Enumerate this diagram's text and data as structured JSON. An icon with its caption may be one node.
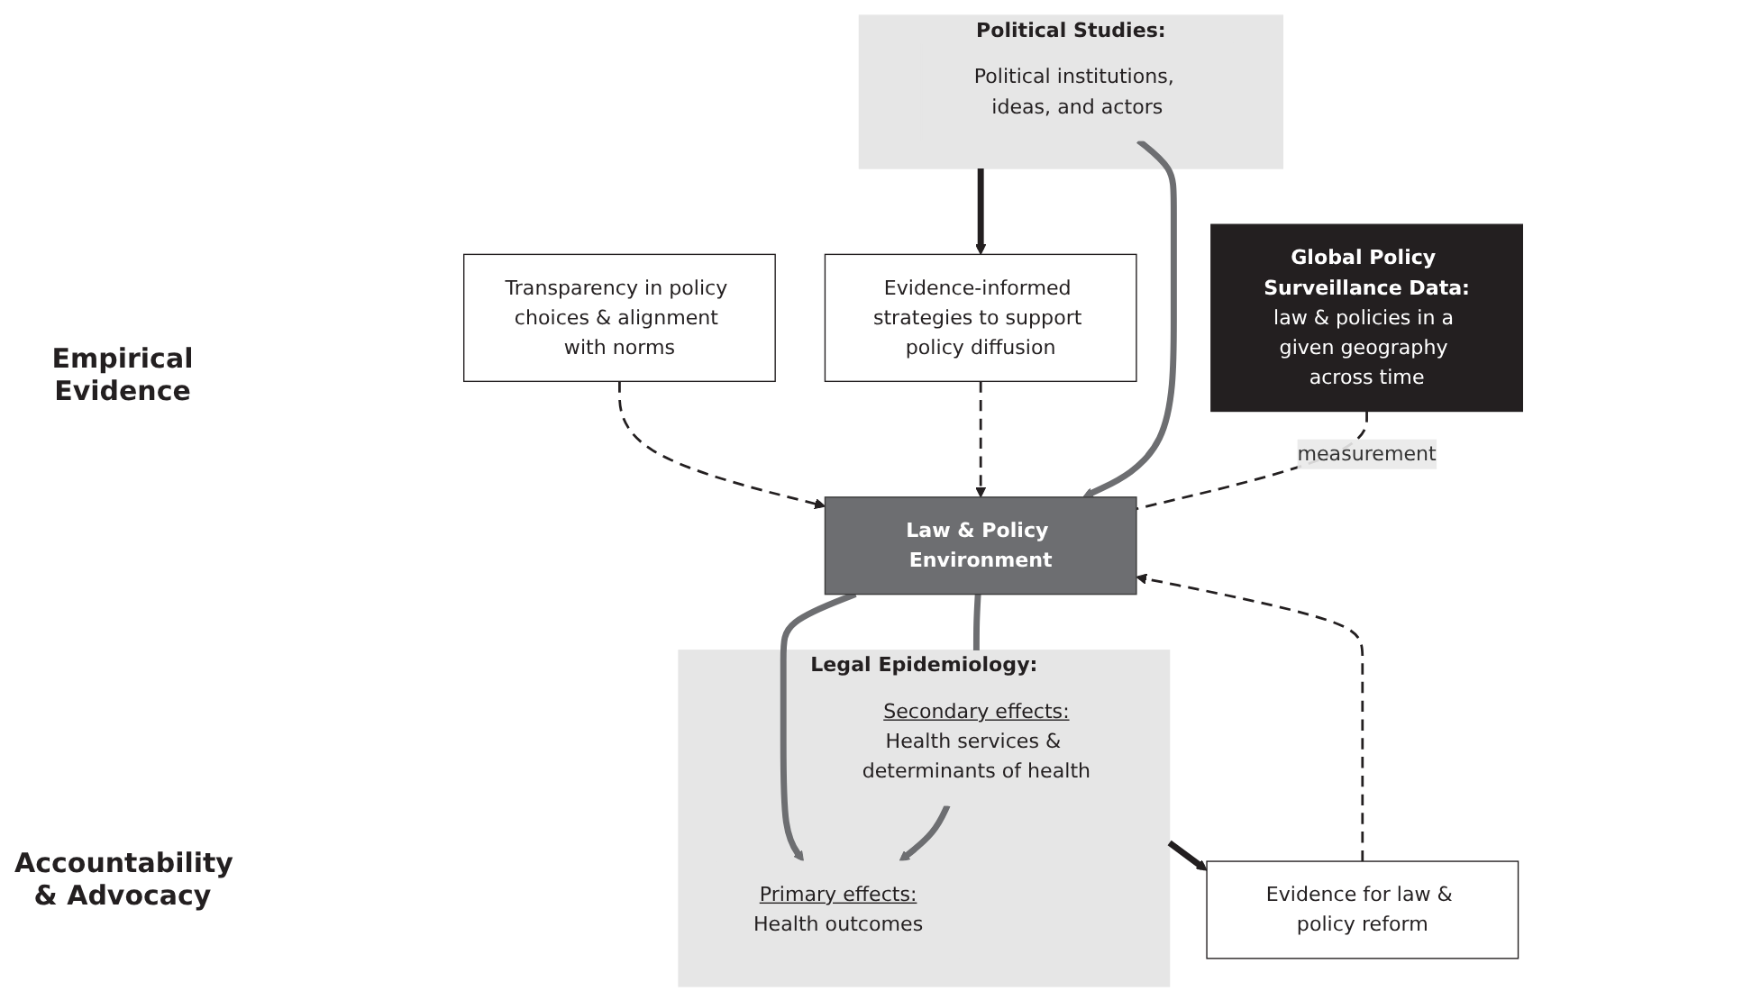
{
  "diagram": {
    "nodes": [
      {
        "text": [
          "Global Policy Surveillance Data:",
          "law & policies in a given geography across time"
        ]
      },
      {
        "text": [
          "Political Studies:"
        ]
      },
      {
        "text": [
          "Political institutions, ideas, and actors"
        ],
        "in": 1
      },
      {
        "text": [
          "Law & Policy Environment"
        ]
      },
      {
        "text": [
          "Legal Epidemiology:"
        ]
      },
      {
        "text": [
          "Secondary effects:",
          "Health services & determinants of health"
        ],
        "in": 4
      },
      {
        "text": [
          "Primary effects:",
          "Health outcomes"
        ],
        "in": 4
      },
      {
        "text": [
          "Evidence-informed strategies to support policy diffusion"
        ]
      },
      {
        "text": [
          "Transparency in policy choices & alignment with norms"
        ]
      },
      {
        "text": [
          "Evidence for law & policy reform"
        ]
      }
    ],
    "edges": [
      {
        "from": 0,
        "to": 3,
        "arrow": "none",
        "label": "measurement",
        "style": "dashed"
      },
      {
        "from": 2,
        "to": 3,
        "arrow": "to",
        "color": "#6d6e71"
      },
      {
        "from": 3,
        "to": 5,
        "arrow": "to",
        "color": "#6d6e71"
      },
      {
        "from": 5,
        "to": 6,
        "arrow": "to",
        "color": "#6d6e71"
      },
      {
        "from": 3,
        "to": 6,
        "arrow": "to",
        "color": "#6d6e71"
      },
      {
        "from": 1,
        "to": 7,
        "arrow": "to"
      },
      {
        "from": 4,
        "to": 9,
        "arrow": "to"
      },
      {
        "from": 7,
        "to": 3,
        "arrow": "to",
        "style": "dashed"
      },
      {
        "from": 8,
        "to": 3,
        "arrow": "to",
        "style": "dashed"
      },
      {
        "from": 9,
        "to": 3,
        "arrow": "to",
        "style": "dashed"
      }
    ],
    "labels": [
      "Empirical Evidence",
      "Accountability & Advocacy"
    ]
  }
}
